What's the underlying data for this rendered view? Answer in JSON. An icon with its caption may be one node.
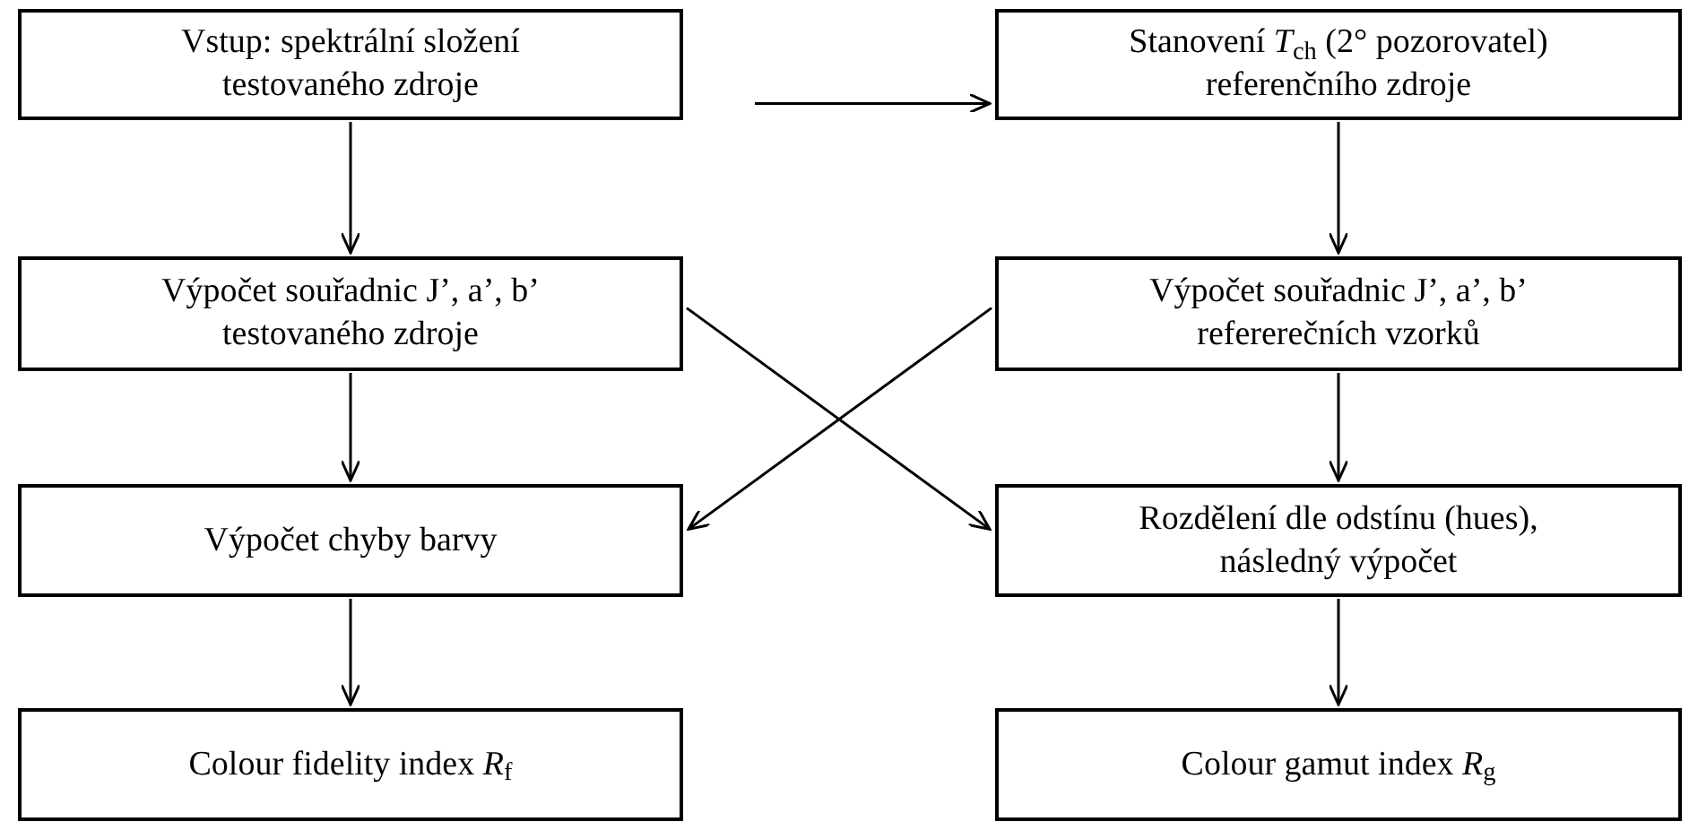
{
  "diagram": {
    "nodes": [
      {
        "text": [
          "Vstup: spektrální složení testovaného zdroje"
        ]
      },
      {
        "text": [
          "Stanovení *T*$_{ch}$ (2° pozorovatel) referenčního zdroje"
        ]
      },
      {
        "text": [
          "Výpočet souřadnic J’, a’, b’ testovaného zdroje"
        ]
      },
      {
        "text": [
          "Výpočet souřadnic J’, a’, b’ refererečních vzorků"
        ]
      },
      {
        "text": [
          "Výpočet chyby barvy"
        ]
      },
      {
        "text": [
          "Rozdělení dle odstínu (hues), následný výpočet"
        ]
      },
      {
        "text": [
          "Colour fidelity index *R*$_{f}$"
        ]
      },
      {
        "text": [
          "Colour gamut index *R*$_{g}$"
        ]
      }
    ],
    "edges": [
      {
        "from": 0,
        "to": 1,
        "arrow": "to"
      },
      {
        "from": 0,
        "to": 2,
        "arrow": "to"
      },
      {
        "from": 1,
        "to": 3,
        "arrow": "to"
      },
      {
        "from": 2,
        "to": 4,
        "arrow": "to"
      },
      {
        "from": 3,
        "to": 5,
        "arrow": "to"
      },
      {
        "from": 2,
        "to": 5,
        "arrow": "to"
      },
      {
        "from": 3,
        "to": 4,
        "arrow": "to"
      },
      {
        "from": 4,
        "to": 6,
        "arrow": "to"
      },
      {
        "from": 5,
        "to": 7,
        "arrow": "to"
      }
    ]
  }
}
